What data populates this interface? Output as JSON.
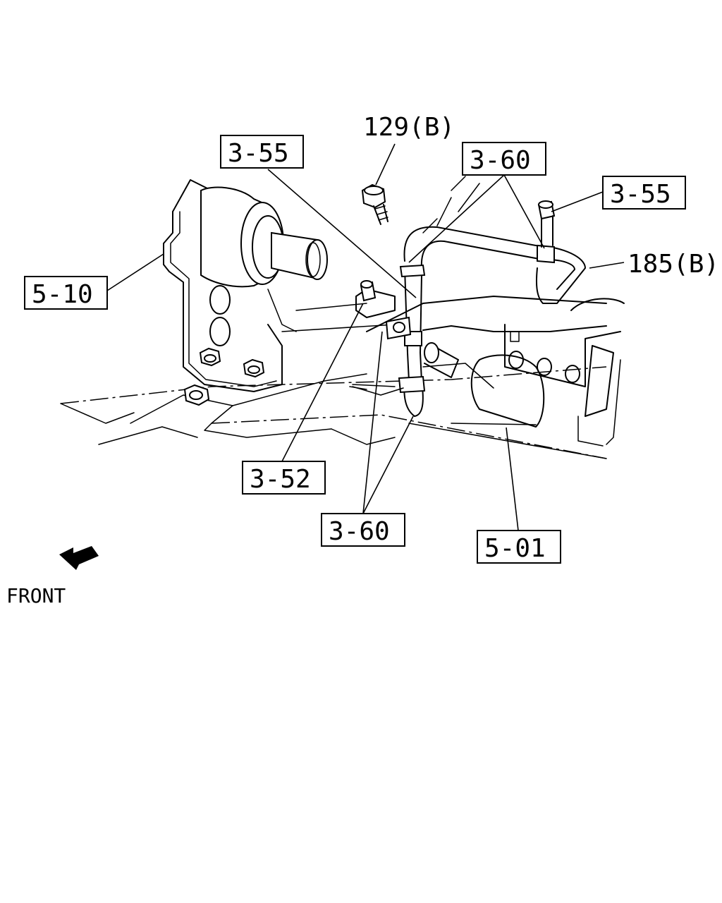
{
  "labels": {
    "part_129b": "129(B)",
    "ref_3_55_left": "3-55",
    "ref_3_60_top": "3-60",
    "ref_3_55_right": "3-55",
    "part_185b": "185(B)",
    "ref_5_10": "5-10",
    "ref_3_52": "3-52",
    "ref_3_60_bottom": "3-60",
    "ref_5_01": "5-01"
  },
  "direction": {
    "text": "FRONT",
    "icon": "front-arrow-icon"
  }
}
